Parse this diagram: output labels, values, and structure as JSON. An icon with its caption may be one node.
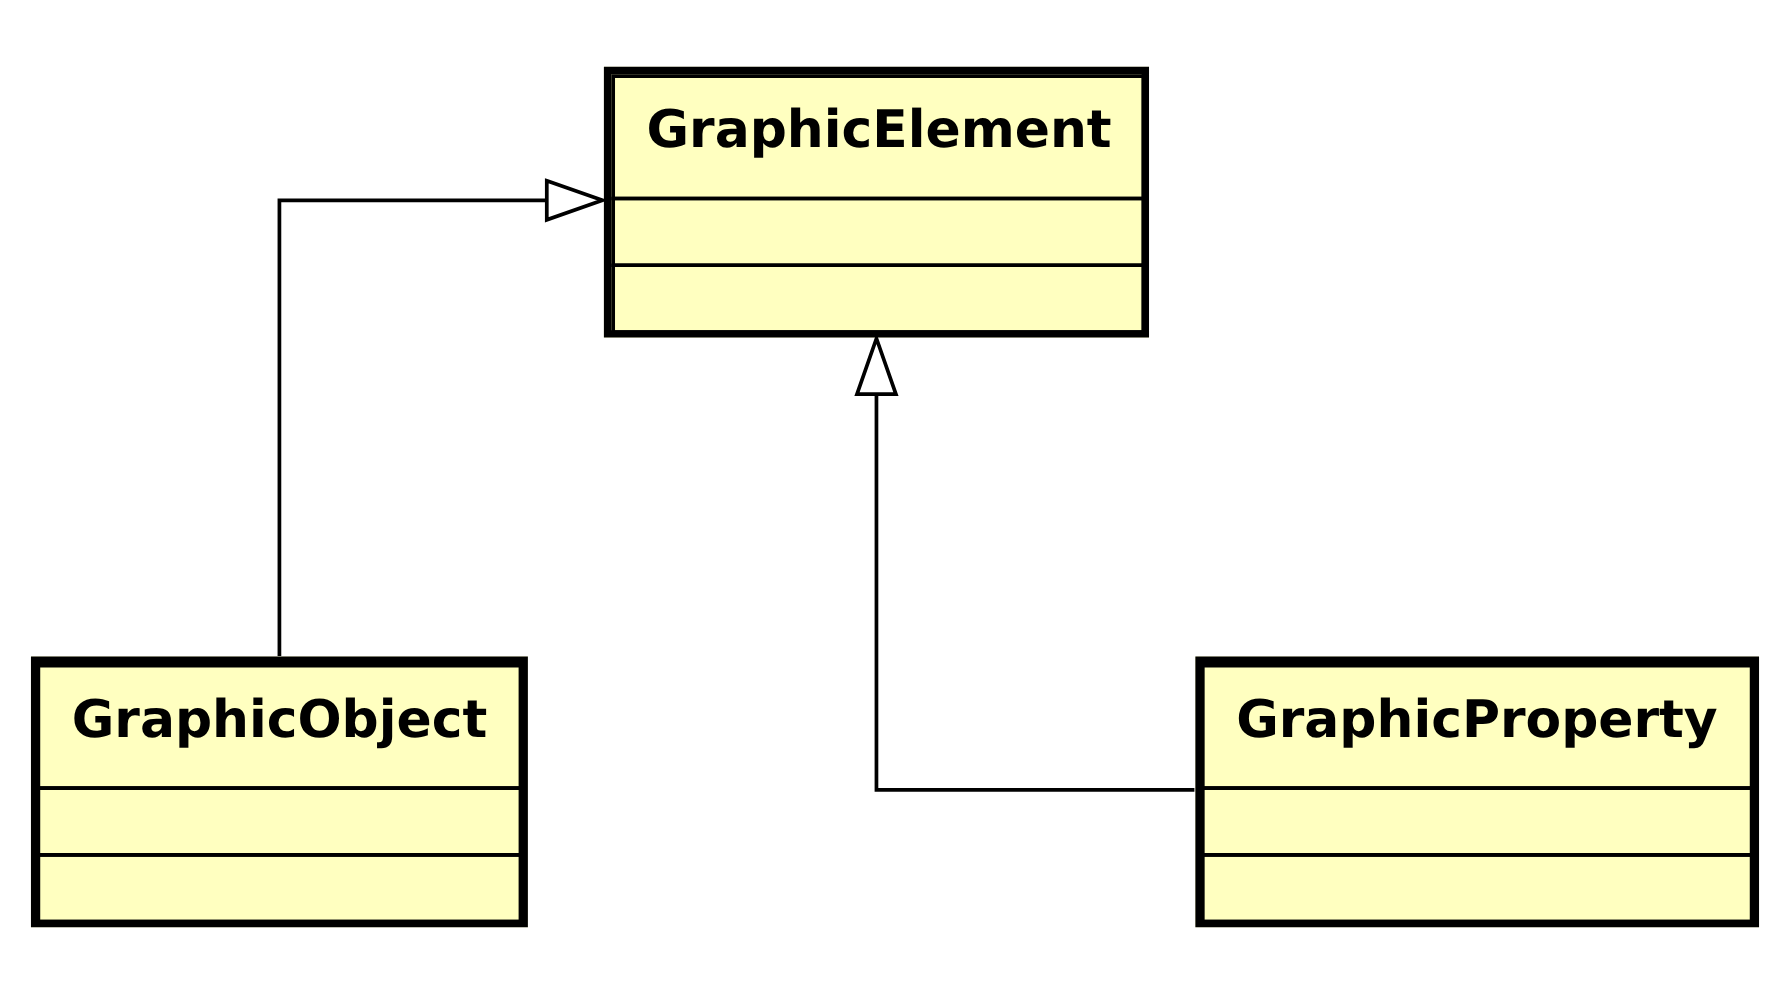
{
  "diagram": {
    "nodes": [
      {
        "text": [
          "GraphicElement"
        ]
      },
      {
        "text": [
          "GraphicObject"
        ]
      },
      {
        "text": [
          "GraphicProperty"
        ]
      }
    ],
    "edges": [
      {
        "from": 1,
        "to": 0,
        "arrow": "to"
      },
      {
        "from": 2,
        "to": 0,
        "arrow": "to"
      }
    ]
  }
}
